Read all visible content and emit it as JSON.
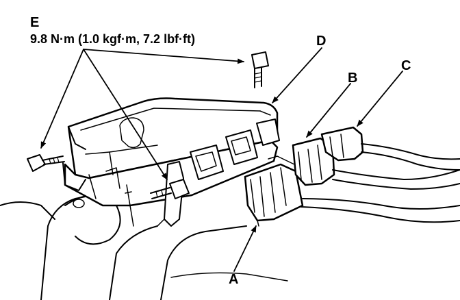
{
  "labels": {
    "a": "A",
    "b": "B",
    "c": "C",
    "d": "D",
    "e": "E"
  },
  "torque_spec": "9.8 N·m (1.0 kgf·m, 7.2 lbf·ft)",
  "colors": {
    "ink": "#000000",
    "paper": "#ffffff"
  }
}
